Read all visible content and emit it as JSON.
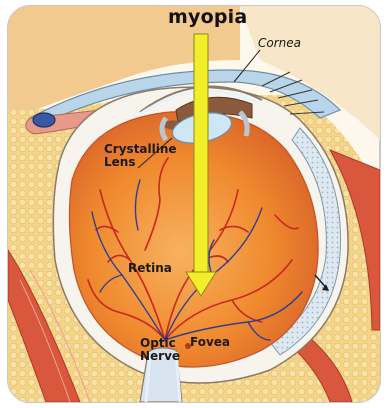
{
  "title": "myopia",
  "labels": {
    "cornea": "Cornea",
    "crystalline_lens_line1": "Crystalline",
    "crystalline_lens_line2": "Lens",
    "retina": "Retina",
    "optic_nerve_line1": "Optic",
    "optic_nerve_line2": "Nerve",
    "fovea": "Fovea"
  },
  "colors": {
    "eyeball_orange": "#f08a2e",
    "fat_yellow": "#f4d58a",
    "sclera_white": "#f7f4ee",
    "lens_blue": "#cfe6f5",
    "arrow_yellow": "#f3ee2a",
    "vessel_red": "#c8281e",
    "vessel_blue": "#2f3f8f",
    "muscle_red": "#d9573d",
    "border_frame": "#c9c9c9"
  }
}
